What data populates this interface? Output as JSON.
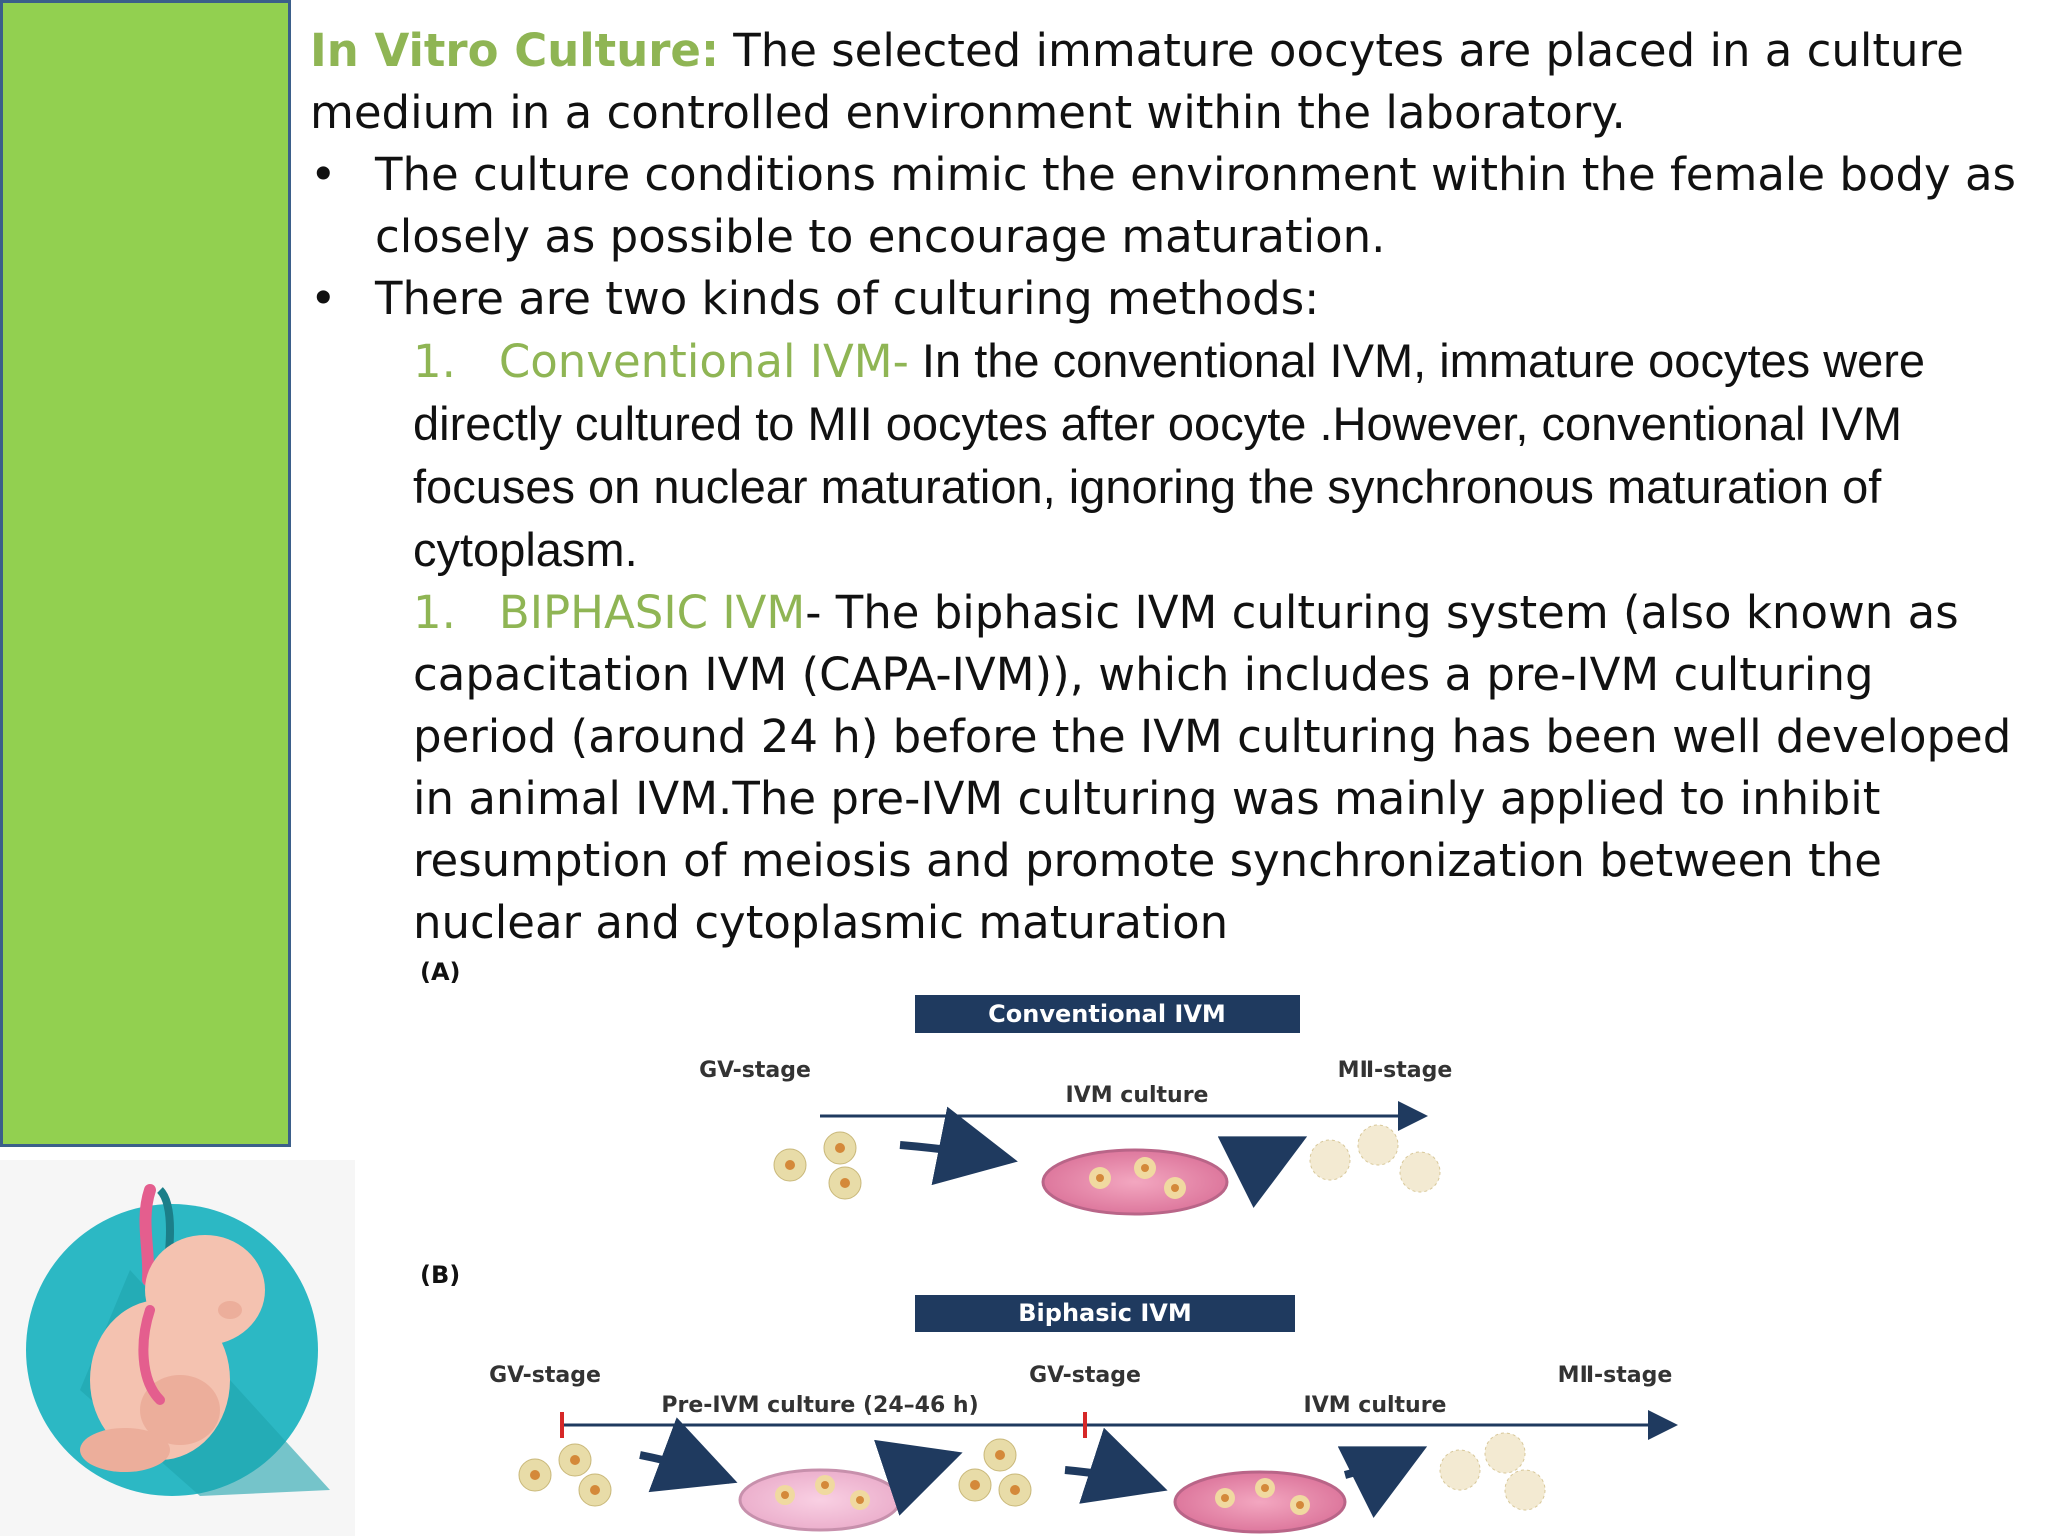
{
  "intro": {
    "heading": "In Vitro Culture:",
    "text": " The selected immature oocytes are placed in a culture medium in a controlled environment within the laboratory."
  },
  "bullets": [
    "The culture conditions mimic the environment within the female body as closely as possible to encourage maturation.",
    "There are two kinds of culturing methods:"
  ],
  "methods": [
    {
      "number": "1.",
      "name": "Conventional IVM-",
      "text": " In the conventional IVM, immature oocytes were directly cultured to MII oocytes after oocyte  .However, conventional IVM focuses on nuclear maturation, ignoring the synchronous maturation of cytoplasm."
    },
    {
      "number": "1.",
      "name": "BIPHASIC IVM",
      "text": "- The biphasic IVM culturing system (also known as capacitation IVM (CAPA-IVM)), which includes a pre-IVM culturing period (around 24 h) before the IVM culturing has been well developed in animal IVM.The pre-IVM culturing was mainly applied to inhibit resumption of meiosis and promote synchronization between the nuclear and cytoplasmic maturation"
    }
  ],
  "figure": {
    "panel_a": {
      "label": "(A)",
      "title": "Conventional IVM",
      "start_stage": "GV-stage",
      "culture": "IVM culture",
      "end_stage": "MⅡ-stage"
    },
    "panel_b": {
      "label": "(B)",
      "title": "Biphasic IVM",
      "start_stage": "GV-stage",
      "pre_culture": "Pre-IVM culture (24–46 h)",
      "mid_stage": "GV-stage",
      "culture": "IVM culture",
      "end_stage": "MⅡ-stage"
    }
  },
  "colors": {
    "accent_green": "#8fb554",
    "sidebar_green": "#92d050",
    "sidebar_border": "#3b5f8a",
    "figure_navy": "#1f3a5f",
    "logo_teal": "#2cb8c4"
  }
}
